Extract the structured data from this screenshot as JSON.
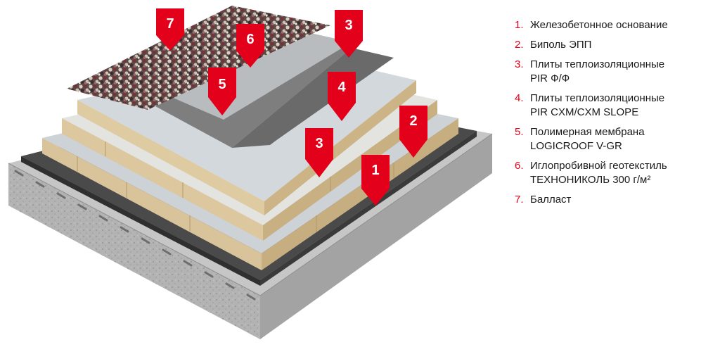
{
  "accent_color": "#e2001a",
  "legend": [
    {
      "num": "1.",
      "lines": [
        "Железобетонное основание"
      ]
    },
    {
      "num": "2.",
      "lines": [
        "Биполь ЭПП"
      ]
    },
    {
      "num": "3.",
      "lines": [
        "Плиты теплоизоляционные",
        "PIR Ф/Ф"
      ]
    },
    {
      "num": "4.",
      "lines": [
        "Плиты теплоизоляционные",
        "PIR CXM/CXM SLOPE"
      ]
    },
    {
      "num": "5.",
      "lines": [
        "Полимерная мембрана",
        "LOGICROOF V-GR"
      ]
    },
    {
      "num": "6.",
      "lines": [
        "Иглопробивной геотекстиль",
        "ТЕХНОНИКОЛЬ 300 г/м²"
      ]
    },
    {
      "num": "7.",
      "lines": [
        "Балласт"
      ]
    }
  ],
  "markers": [
    {
      "id": "marker-7",
      "label": "7"
    },
    {
      "id": "marker-6",
      "label": "6"
    },
    {
      "id": "marker-5",
      "label": "5"
    },
    {
      "id": "marker-3-top",
      "label": "3"
    },
    {
      "id": "marker-4",
      "label": "4"
    },
    {
      "id": "marker-3-bottom",
      "label": "3"
    },
    {
      "id": "marker-2",
      "label": "2"
    },
    {
      "id": "marker-1",
      "label": "1"
    }
  ]
}
